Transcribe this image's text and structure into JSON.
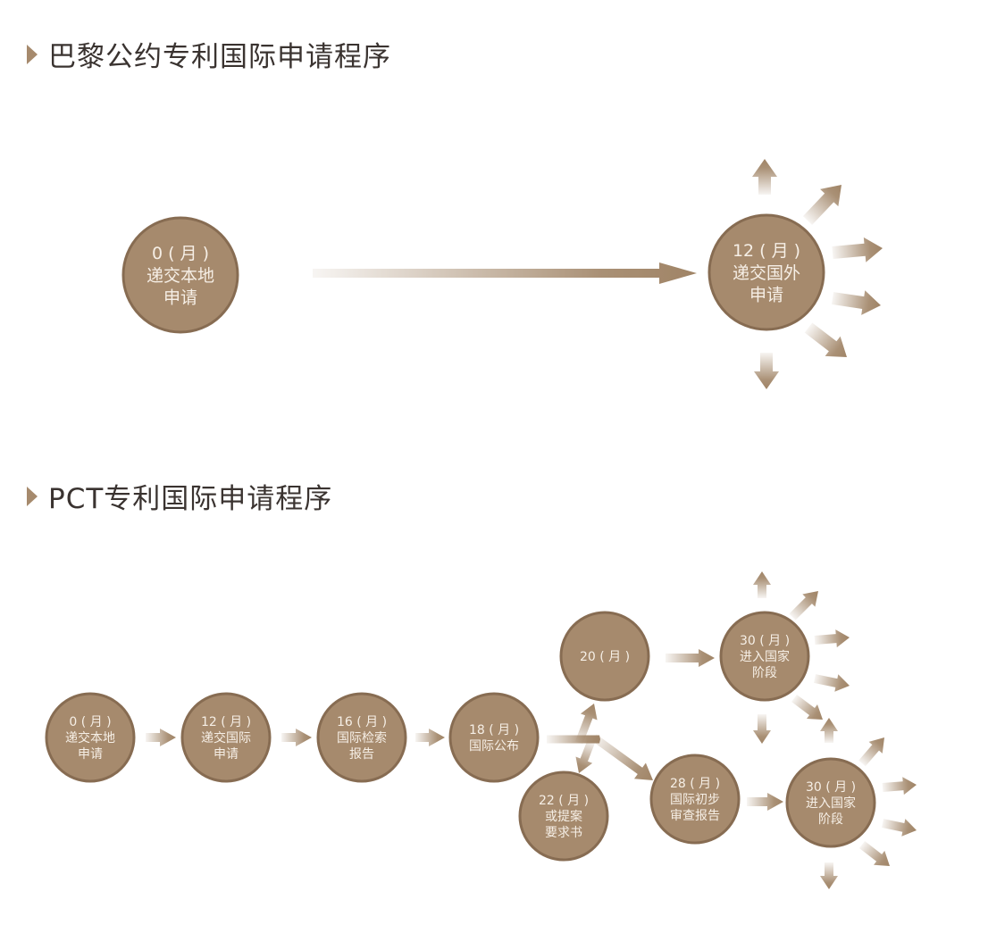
{
  "colors": {
    "circle_fill": "#a68a6d",
    "circle_stroke": "#876c52",
    "arrow": "#a08466",
    "text": "#f6efe6"
  },
  "paris": {
    "title": "巴黎公约专利国际申请程序",
    "nodes": [
      {
        "lines": [
          "0 ( 月 )",
          "递交本地",
          "申请"
        ]
      },
      {
        "lines": [
          "12 ( 月 )",
          "递交国外",
          "申请"
        ]
      }
    ]
  },
  "pct": {
    "title": "PCT专利国际申请程序",
    "nodes": [
      {
        "lines": [
          "0 ( 月 )",
          "递交本地",
          "申请"
        ]
      },
      {
        "lines": [
          "12 ( 月 )",
          "递交国际",
          "申请"
        ]
      },
      {
        "lines": [
          "16 ( 月 )",
          "国际检索",
          "报告"
        ]
      },
      {
        "lines": [
          "18 ( 月 )",
          "国际公布"
        ]
      },
      {
        "lines": [
          "20 ( 月 )"
        ]
      },
      {
        "lines": [
          "22 ( 月 )",
          "或提案",
          "要求书"
        ]
      },
      {
        "lines": [
          "28 ( 月 )",
          "国际初步",
          "审查报告"
        ]
      },
      {
        "lines": [
          "30 ( 月 )",
          "进入国家",
          "阶段"
        ]
      },
      {
        "lines": [
          "30 ( 月 )",
          "进入国家",
          "阶段"
        ]
      }
    ]
  }
}
